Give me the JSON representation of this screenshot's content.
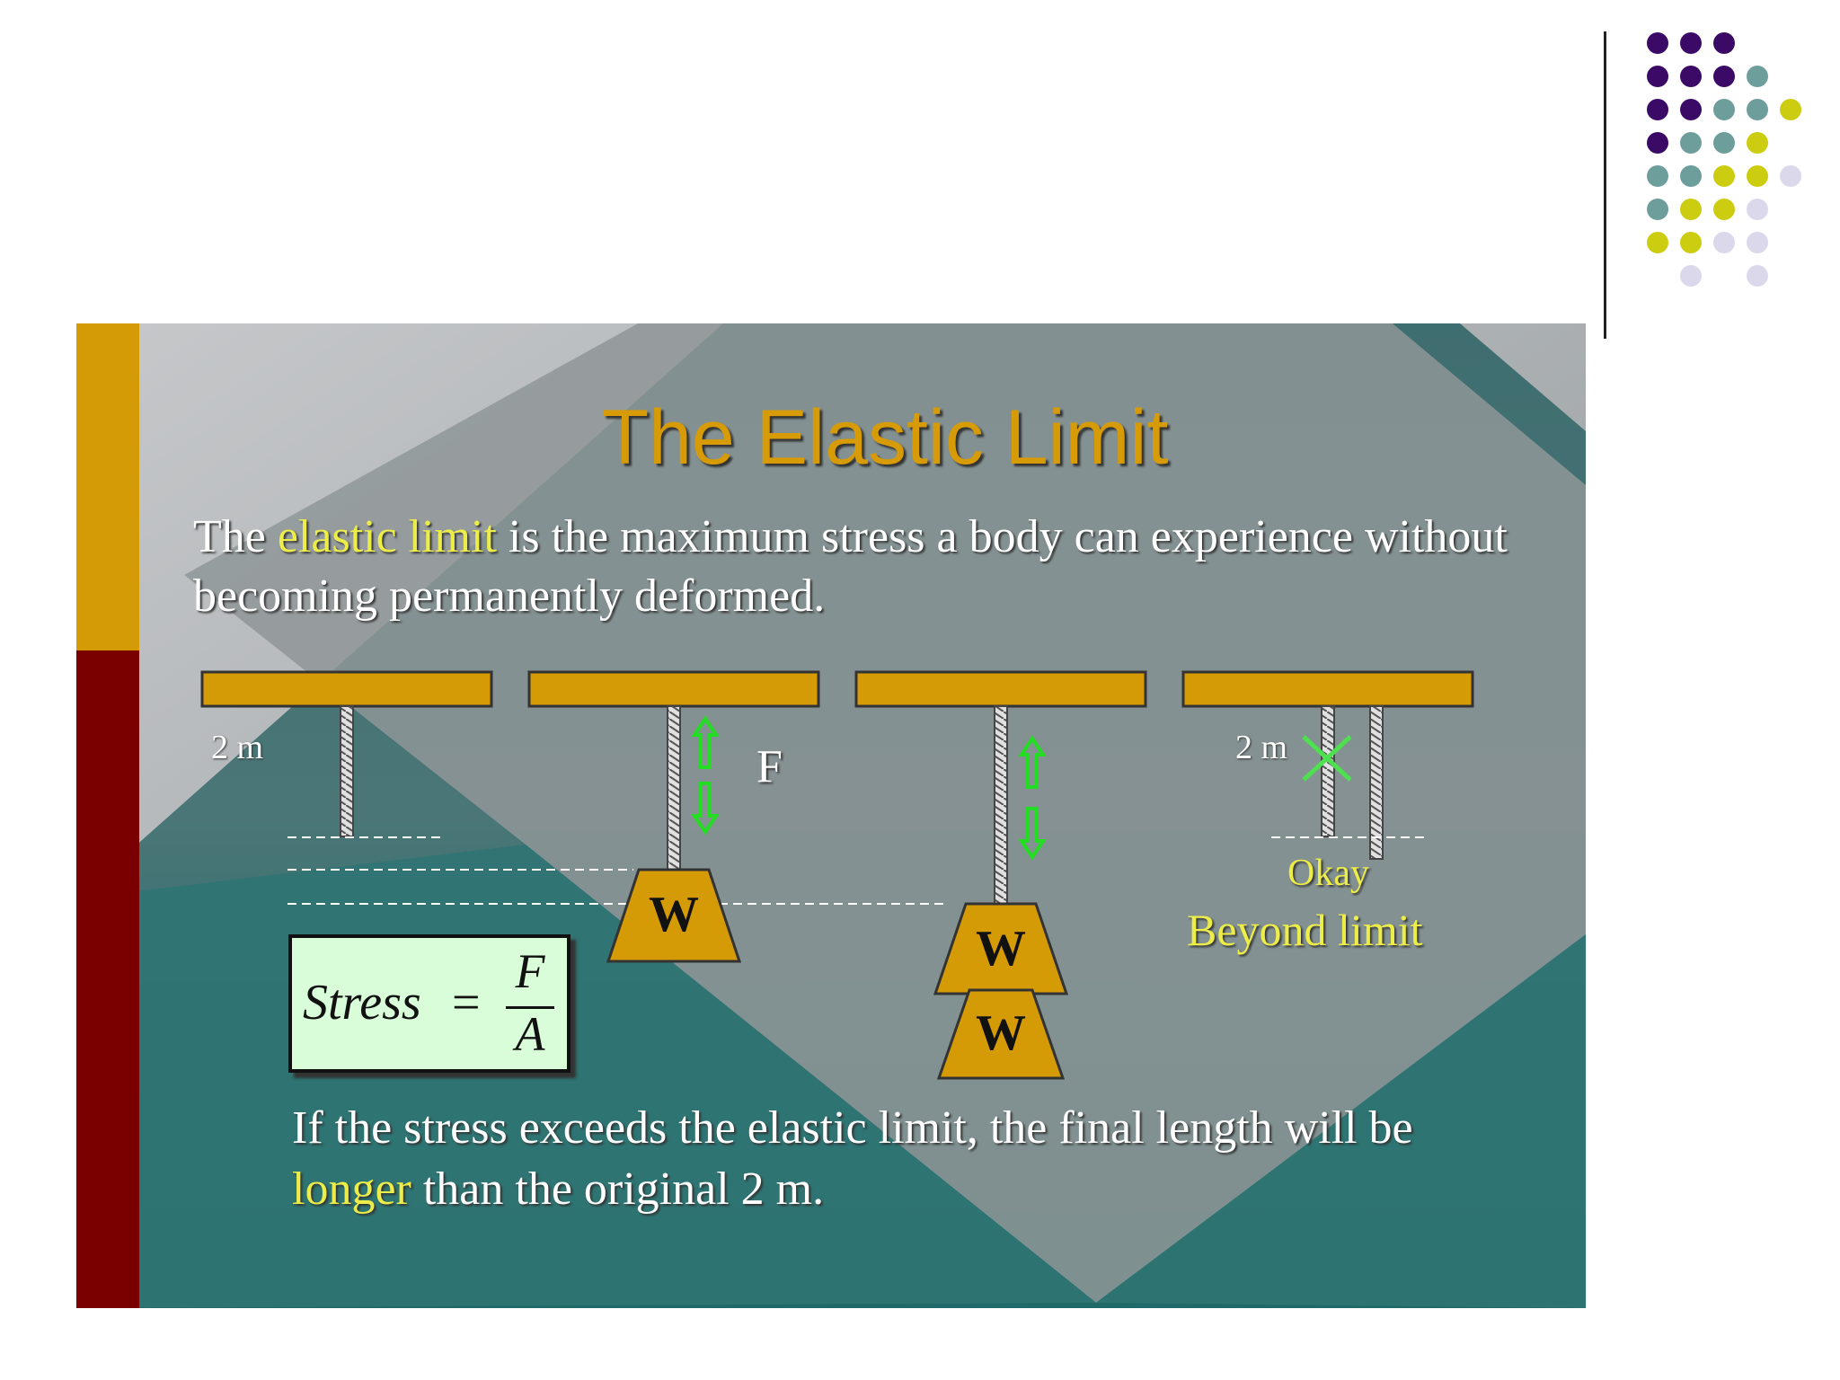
{
  "slide": {
    "title": "The Elastic Limit",
    "intro": {
      "part1": "The ",
      "highlight": "elastic limit",
      "part2": " is the maximum stress a body can experience without becoming permanently deformed."
    },
    "formula": {
      "lhs": "Stress",
      "equals": "=",
      "numerator": "F",
      "denominator": "A"
    },
    "labels": {
      "length_left": "2 m",
      "length_right": "2 m",
      "force": "F",
      "okay": "Okay",
      "beyond": "Beyond limit",
      "weight": "W"
    },
    "outro": {
      "part1": "If the stress exceeds the elastic limit, the final length will be ",
      "highlight": "longer",
      "part2": " than the original 2 m."
    }
  },
  "colors": {
    "gold": "#d59b06",
    "dark_red": "#7a0000",
    "teal": "#3d6e6f",
    "highlight": "#eded4a",
    "arrow": "#22dd22",
    "formula_bg": "#d8fdd8",
    "dot_purple": "#3a0a66",
    "dot_teal": "#6e9e9c",
    "dot_yellow": "#cccc10",
    "dot_lavender": "#dcd8ec"
  }
}
